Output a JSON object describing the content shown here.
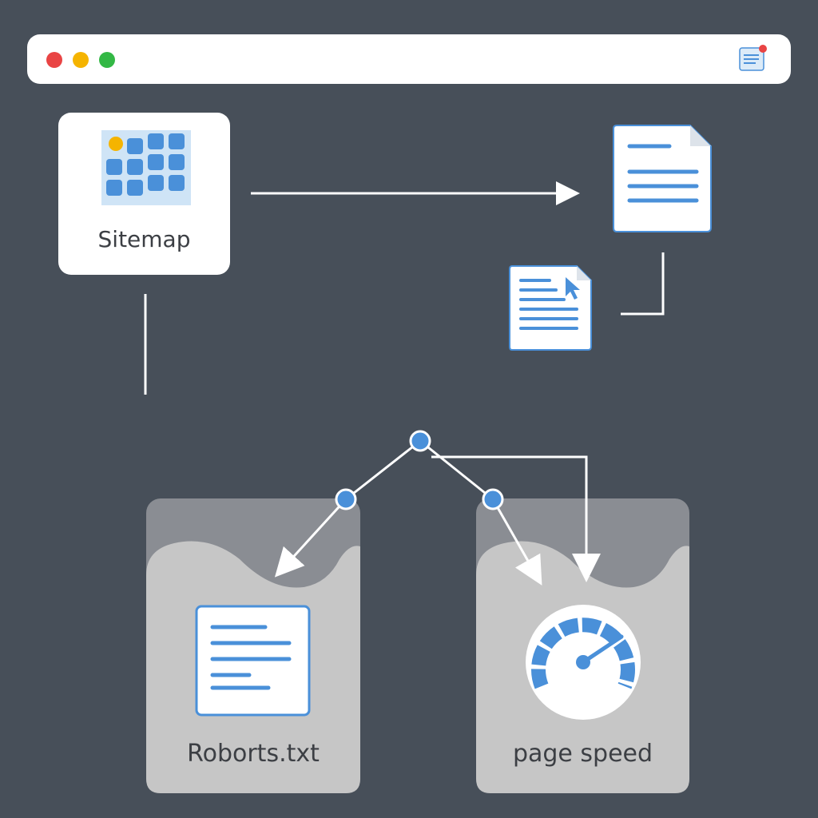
{
  "colors": {
    "background": "#474f59",
    "accent": "#4a90d9",
    "window_red": "#e94444",
    "window_yellow": "#f5b400",
    "window_green": "#33b845",
    "panel_gray": "#c6c6c6"
  },
  "window": {
    "controls": [
      "close-dot",
      "minimize-dot",
      "maximize-dot"
    ],
    "tab_icon": "document-notification-icon"
  },
  "sitemap": {
    "label": "Sitemap",
    "icon": "sitemap-grid-icon"
  },
  "documents": {
    "top_right_icon": "document-icon",
    "small_icon": "document-cursor-icon"
  },
  "panels": {
    "robots": {
      "label": "Roborts.txt",
      "icon": "text-file-icon"
    },
    "speed": {
      "label": "page speed",
      "icon": "speedometer-icon"
    }
  }
}
